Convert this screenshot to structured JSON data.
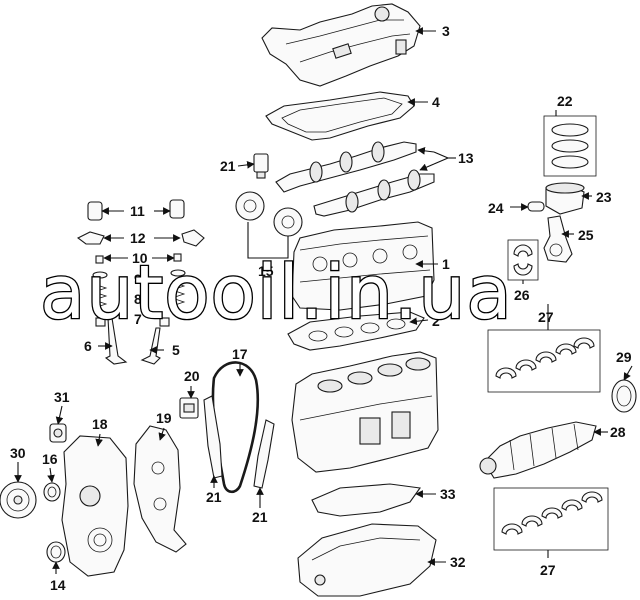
{
  "watermark": "autooil.in.ua",
  "callouts": {
    "c1": "1",
    "c2": "2",
    "c3": "3",
    "c4": "4",
    "c5": "5",
    "c6": "6",
    "c7": "7",
    "c8": "8",
    "c9": "9",
    "c10": "10",
    "c11": "11",
    "c12": "12",
    "c13": "13",
    "c14": "14",
    "c15": "15",
    "c16": "16",
    "c17": "17",
    "c18": "18",
    "c19": "19",
    "c20": "20",
    "c21": "21",
    "c22": "22",
    "c23": "23",
    "c24": "24",
    "c25": "25",
    "c26": "26",
    "c27": "27",
    "c28": "28",
    "c29": "29",
    "c30": "30",
    "c31": "31",
    "c32": "32",
    "c33": "33"
  }
}
